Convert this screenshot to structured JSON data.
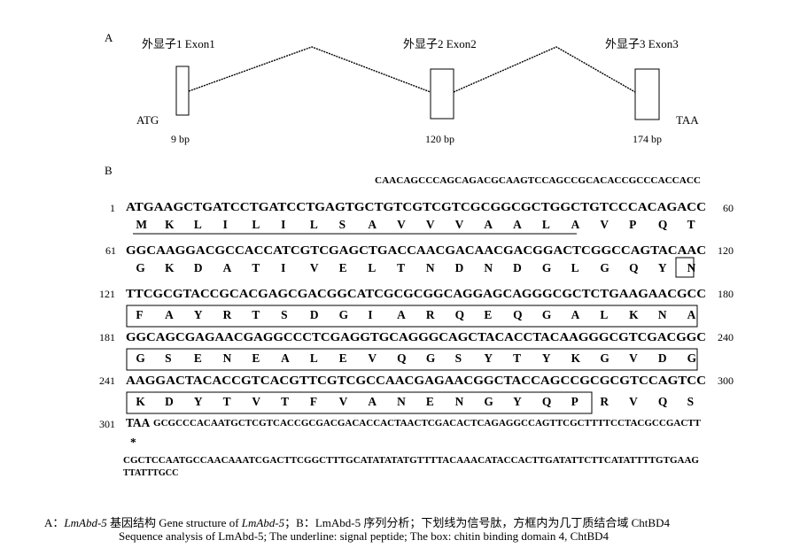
{
  "panelA": {
    "label": "A",
    "exons": [
      {
        "label": "外显子1 Exon1",
        "size": "9 bp"
      },
      {
        "label": "外显子2 Exon2",
        "size": "120 bp"
      },
      {
        "label": "外显子3 Exon3",
        "size": "174 bp"
      }
    ],
    "start_codon": "ATG",
    "stop_codon": "TAA"
  },
  "panelB": {
    "label": "B",
    "utr5": "CAACAGCCCAGCAGACGCAAGTCCAGCCGCACACCGCCCACCACC",
    "rows": [
      {
        "start": "1",
        "end": "60",
        "nt": "ATGAAGCTGATCCTGATCCTGAGTGCTGTCGTCGTCGCGGCGCTGGCTGTCCCACAGACC",
        "aa": [
          "M",
          "K",
          "L",
          "I",
          "L",
          "I",
          "L",
          "S",
          "A",
          "V",
          "V",
          "V",
          "A",
          "A",
          "L",
          "A",
          "V",
          "P",
          "Q",
          "T"
        ]
      },
      {
        "start": "61",
        "end": "120",
        "nt": "GGCAAGGACGCCACCATCGTCGAGCTGACCAACGACAACGACGGACTCGGCCAGTACAAC",
        "aa": [
          "G",
          "K",
          "D",
          "A",
          "T",
          "I",
          "V",
          "E",
          "L",
          "T",
          "N",
          "D",
          "N",
          "D",
          "G",
          "L",
          "G",
          "Q",
          "Y",
          "N"
        ]
      },
      {
        "start": "121",
        "end": "180",
        "nt": "TTCGCGTACCGCACGAGCGACGGCATCGCGCGGCAGGAGCAGGGCGCTCTGAAGAACGCC",
        "aa": [
          "F",
          "A",
          "Y",
          "R",
          "T",
          "S",
          "D",
          "G",
          "I",
          "A",
          "R",
          "Q",
          "E",
          "Q",
          "G",
          "A",
          "L",
          "K",
          "N",
          "A"
        ]
      },
      {
        "start": "181",
        "end": "240",
        "nt": "GGCAGCGAGAACGAGGCCCTCGAGGTGCAGGGCAGCTACACCTACAAGGGCGTCGACGGC",
        "aa": [
          "G",
          "S",
          "E",
          "N",
          "E",
          "A",
          "L",
          "E",
          "V",
          "Q",
          "G",
          "S",
          "Y",
          "T",
          "Y",
          "K",
          "G",
          "V",
          "D",
          "G"
        ]
      },
      {
        "start": "241",
        "end": "300",
        "nt": "AAGGACTACACCGTCACGTTCGTCGCCAACGAGAACGGCTACCAGCCGCGCGTCCAGTCC",
        "aa": [
          "K",
          "D",
          "Y",
          "T",
          "V",
          "T",
          "F",
          "V",
          "A",
          "N",
          "E",
          "N",
          "G",
          "Y",
          "Q",
          "P",
          "R",
          "V",
          "Q",
          "S"
        ]
      }
    ],
    "last": {
      "start": "301",
      "stop": "TAA",
      "utr3_line1": "GCGCCCACAATGCTCGTCACCGCGACGACACCACTAACTCGACACTCAGAGGCCAGTTCGCTTTTCCTACGCCGACTT",
      "stop_mark": "*",
      "utr3_line2": "CGCTCCAATGCCAACAAATCGACTTCGGCTTTGCATATATATGTTTTACAAACATACCACTTGATATTCTTCATATTTTGTGAAG",
      "utr3_line3": "TTATTTGCC"
    }
  },
  "caption": {
    "line1_a": "A：",
    "line1_gene1": "LmAbd-5",
    "line1_b": " 基因结构 Gene structure of ",
    "line1_gene2": "LmAbd-5",
    "line1_c": "；B：LmAbd-5 序列分析；下划线为信号肽，方框内为几丁质结合域 ChtBD4",
    "line2": "Sequence analysis of LmAbd-5; The underline: signal peptide; The box: chitin binding domain 4, ChtBD4"
  }
}
